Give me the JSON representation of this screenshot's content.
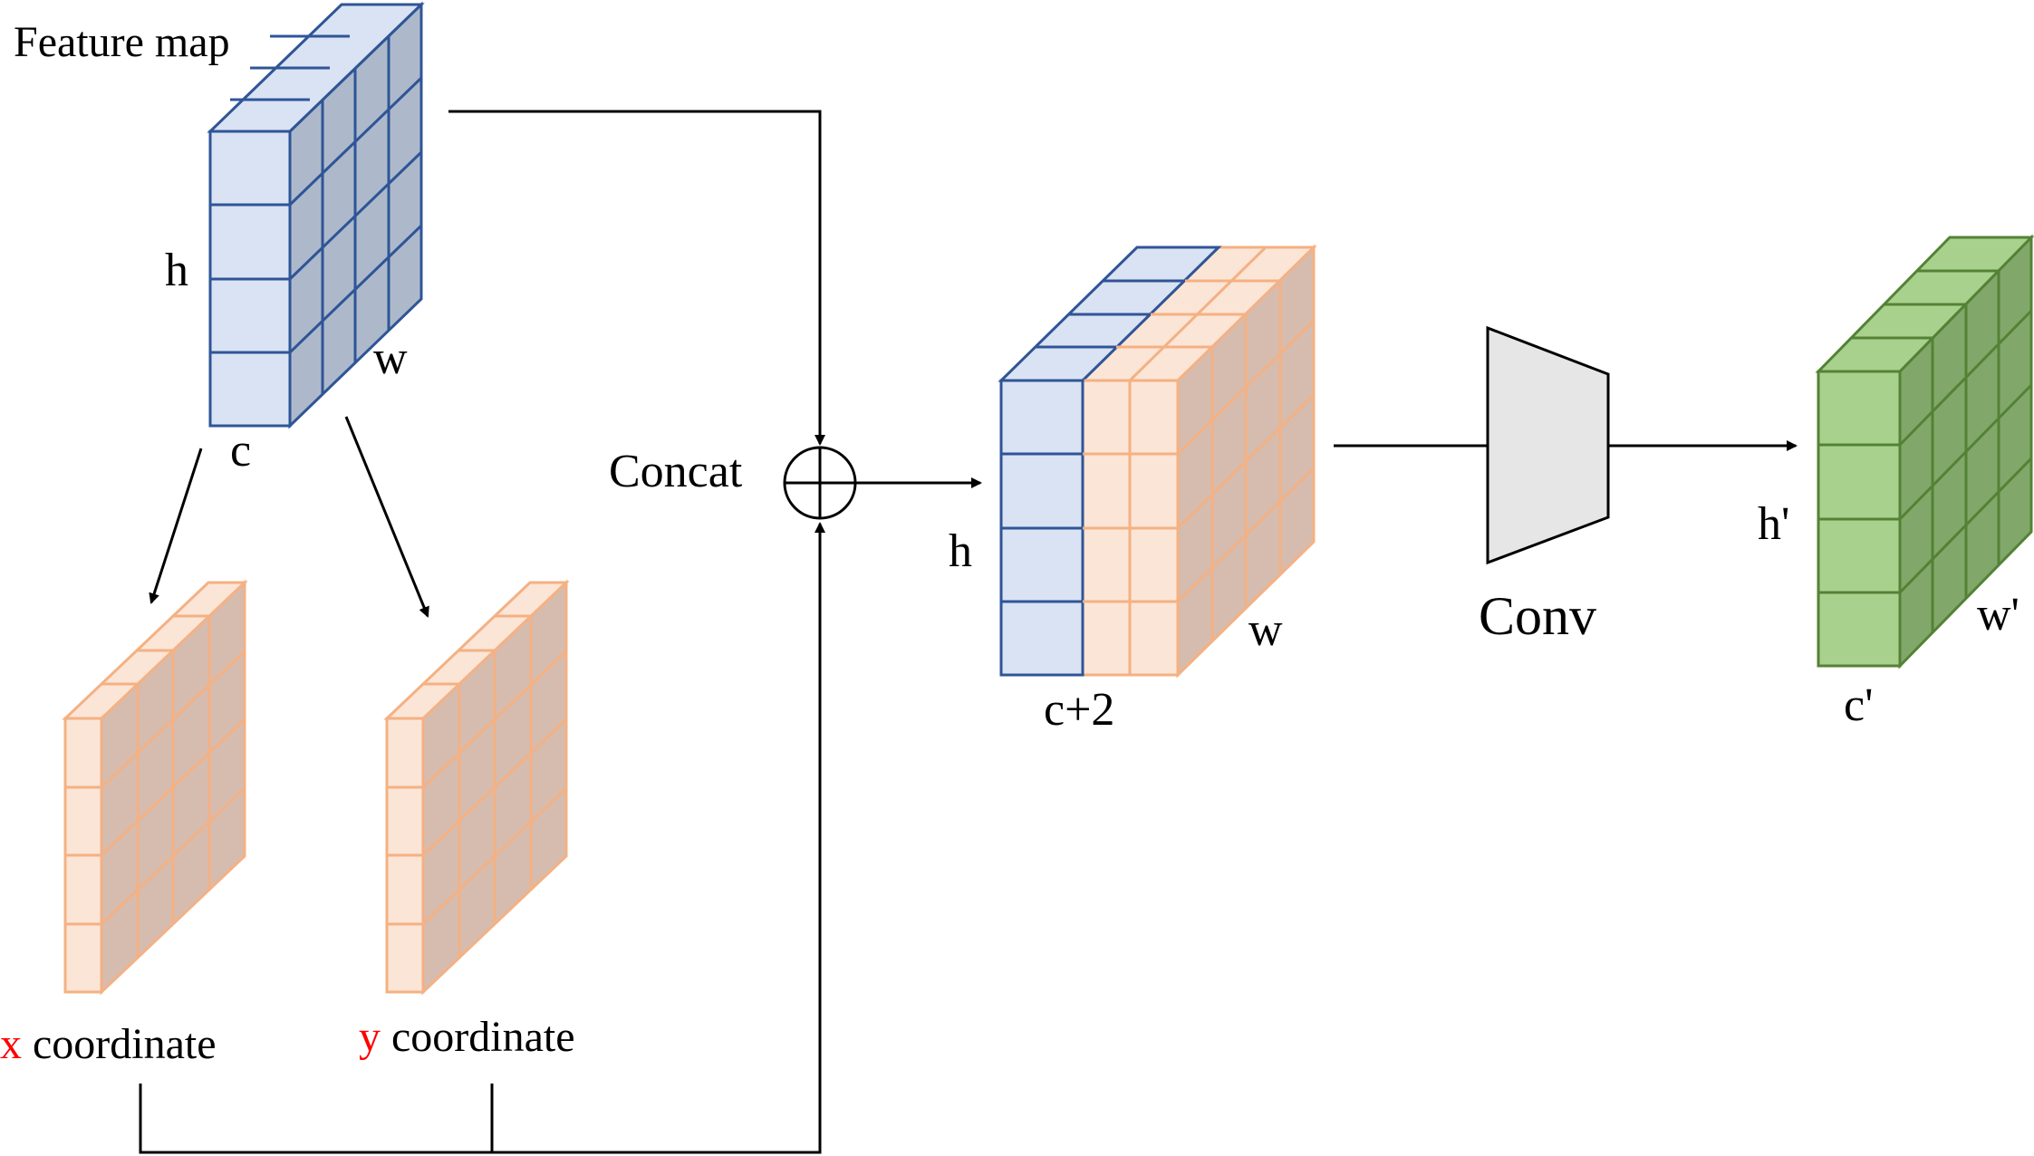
{
  "labels": {
    "feature_map": "Feature map",
    "h_input": "h",
    "w_input": "w",
    "c_input": "c",
    "concat": "Concat",
    "x_prefix": "x",
    "x_suffix": " coordinate",
    "y_prefix": "y",
    "y_suffix": " coordinate",
    "h_concat": "h",
    "w_concat": "w",
    "c_concat": "c+2",
    "conv": "Conv",
    "h_output": "h'",
    "w_output": "w'",
    "c_output": "c'"
  },
  "colors": {
    "blue_face": "#dae3f3",
    "blue_side": "#adb9ca",
    "blue_edge": "#2f5597",
    "orange_face": "#fbe5d6",
    "orange_side": "#d6bcaf",
    "orange_edge": "#f4b183",
    "green_face": "#a9d18e",
    "green_side": "#81a86a",
    "green_edge": "#548235",
    "conv_fill": "#e7e6e6",
    "highlight_text": "#ff0000"
  }
}
